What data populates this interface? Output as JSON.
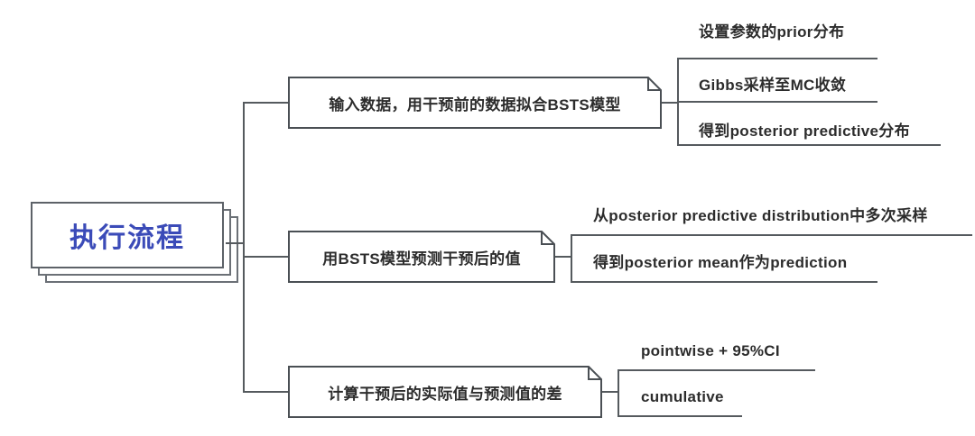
{
  "diagram": {
    "title": "执行流程",
    "type": "mindmap",
    "background_color": "#ffffff",
    "accent_color": "#3b4bb8",
    "line_color": "#555a5e",
    "text_color": "#2c2c2c",
    "root": {
      "label": "执行流程"
    },
    "branches": [
      {
        "id": "branch-1",
        "label": "输入数据，用干预前的数据拟合BSTS模型",
        "leaves": [
          {
            "id": "leaf-1-1",
            "label": "设置参数的prior分布"
          },
          {
            "id": "leaf-1-2",
            "label": "Gibbs采样至MC收敛"
          },
          {
            "id": "leaf-1-3",
            "label": "得到posterior predictive分布"
          }
        ]
      },
      {
        "id": "branch-2",
        "label": "用BSTS模型预测干预后的值",
        "leaves": [
          {
            "id": "leaf-2-1",
            "label": "从posterior predictive distribution中多次采样"
          },
          {
            "id": "leaf-2-2",
            "label": "得到posterior mean作为prediction"
          }
        ]
      },
      {
        "id": "branch-3",
        "label": "计算干预后的实际值与预测值的差",
        "leaves": [
          {
            "id": "leaf-3-1",
            "label": "pointwise + 95%CI"
          },
          {
            "id": "leaf-3-2",
            "label": "cumulative"
          }
        ]
      }
    ]
  }
}
